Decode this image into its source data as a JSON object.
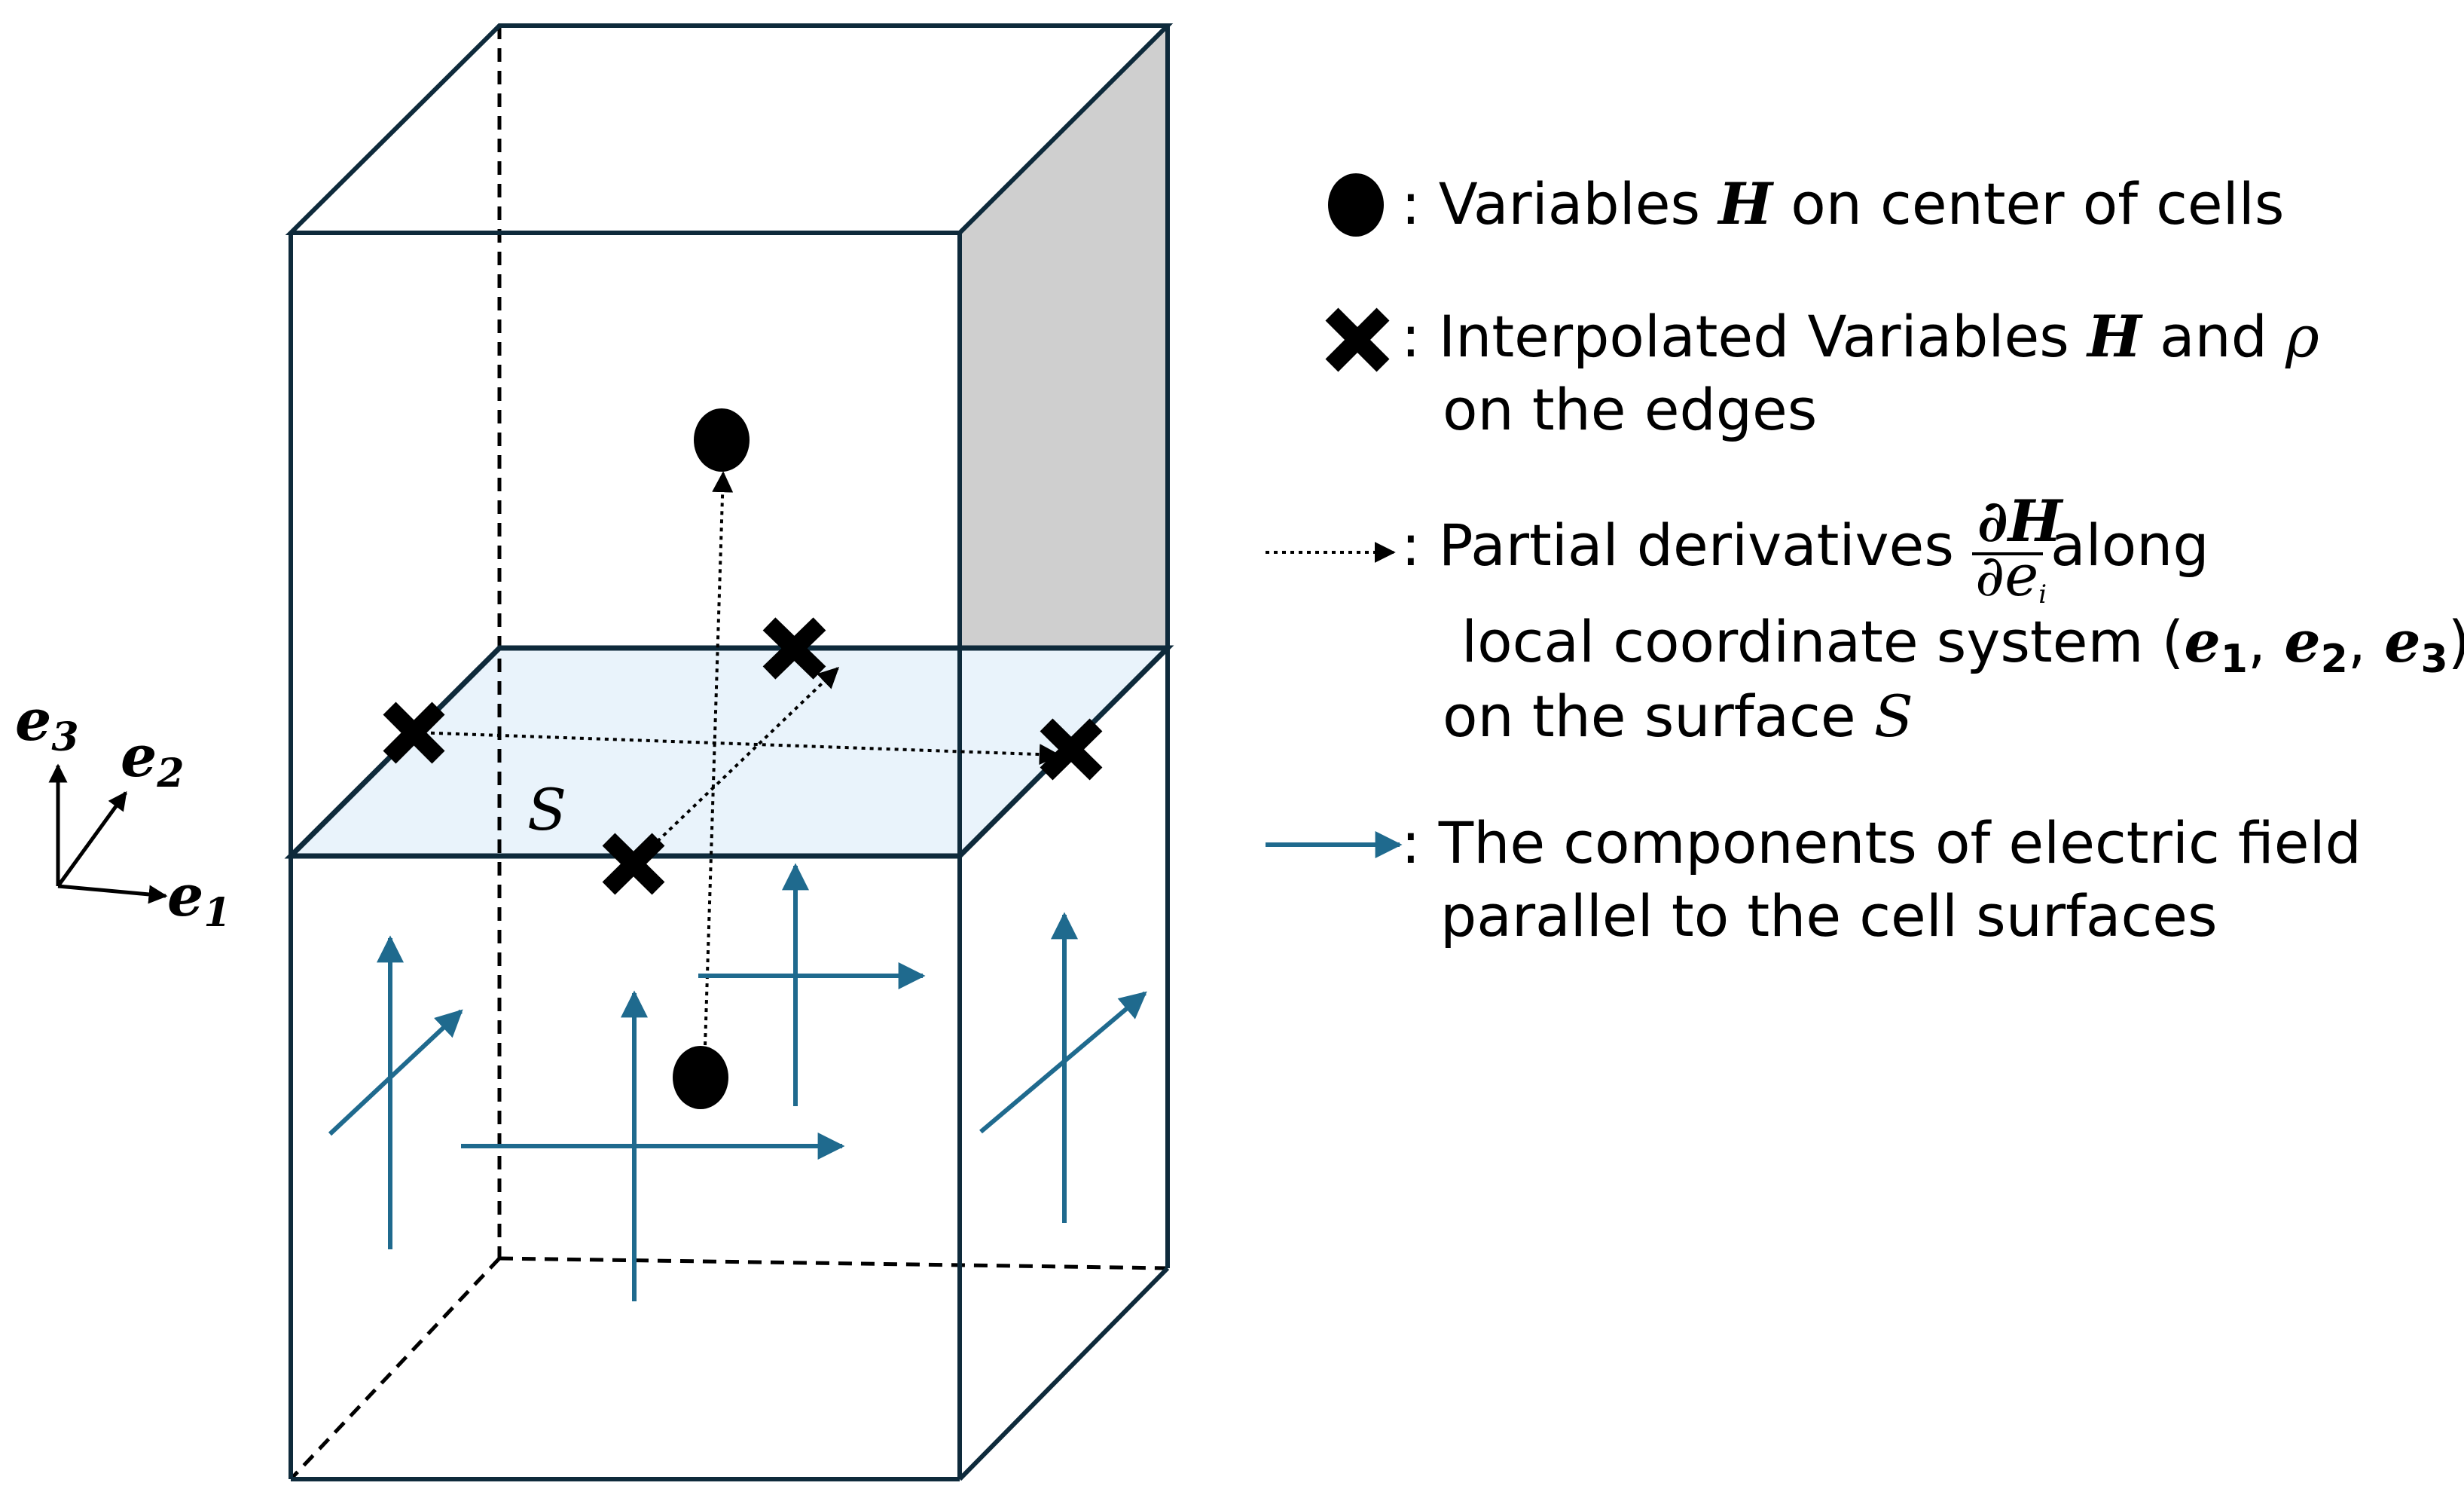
{
  "colors": {
    "cell_edge": "#0e2a3b",
    "surface_fill": "#e9f3fb",
    "shaded_face": "#cfcfcf",
    "field_arrow": "#1f6a8e",
    "marker": "#000000"
  },
  "surface_label": "S",
  "axes": {
    "e1": {
      "base": "e",
      "sub": "1"
    },
    "e2": {
      "base": "e",
      "sub": "2"
    },
    "e3": {
      "base": "e",
      "sub": "3"
    }
  },
  "legend": {
    "center_variables": {
      "icon": "filled-ellipse-icon",
      "prefix": ": Variables ",
      "var": "H",
      "suffix": " on center of cells"
    },
    "interpolated": {
      "icon": "bold-x-icon",
      "prefix": ": Interpolated Variables ",
      "var": "H",
      "middle": " and ",
      "rho": "ρ",
      "line2": "on the edges"
    },
    "derivatives": {
      "icon": "dotted-arrow-icon",
      "prefix": ": Partial derivatives ",
      "frac_num": "∂H",
      "frac_den_d": "∂e",
      "frac_den_sub": "i",
      "suffix": " along",
      "line2_text": "local coordinate system ",
      "open_paren": "(",
      "e": "e",
      "s1": "1",
      "s2": "2",
      "s3": "3",
      "comma": ", ",
      "close_paren": ")",
      "line3_text": "on the surface ",
      "surface": "S"
    },
    "field": {
      "icon": "blue-arrow-icon",
      "line1": ": The components of electric field",
      "line2": "parallel to the cell surfaces"
    }
  }
}
